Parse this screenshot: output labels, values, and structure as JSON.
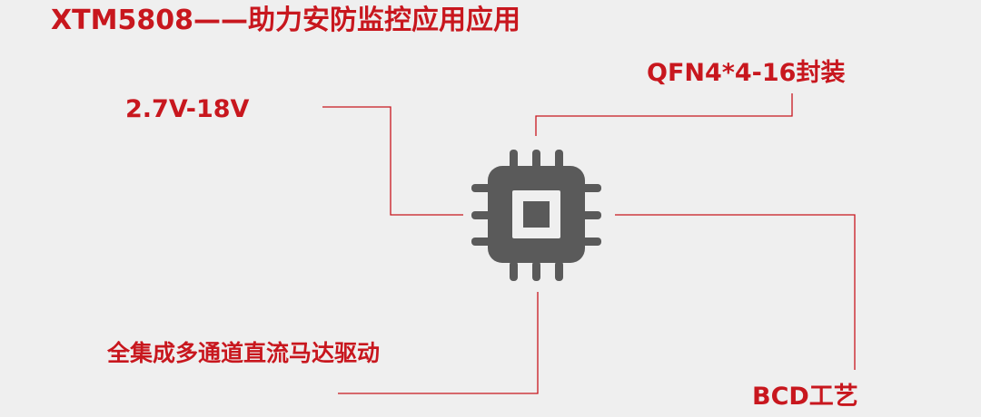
{
  "title": "XTM5808——助力安防监控应用应用",
  "labels": {
    "voltage": "2.7V-18V",
    "package": "QFN4*4-16封装",
    "driver": "全集成多通道直流马达驱动",
    "process": "BCD工艺"
  },
  "icons": {
    "chip": "chip-icon"
  },
  "colors": {
    "background": "#efefef",
    "accent": "#c8171e",
    "chip": "#5a5a5a"
  }
}
